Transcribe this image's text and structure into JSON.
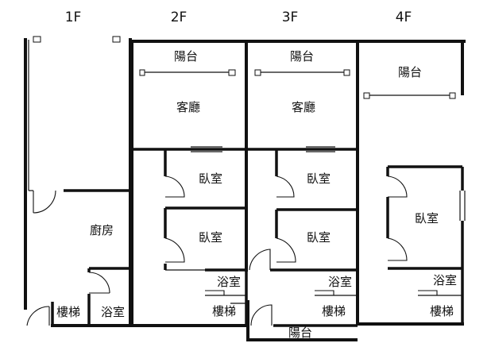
{
  "floors": [
    {
      "label": "1F",
      "rooms": {
        "kitchen": "廚房",
        "stairs": "樓梯",
        "bathroom": "浴室"
      }
    },
    {
      "label": "2F",
      "rooms": {
        "balcony": "陽台",
        "living": "客廳",
        "bedroom1": "臥室",
        "bedroom2": "臥室",
        "bathroom": "浴室",
        "stairs": "樓梯"
      }
    },
    {
      "label": "3F",
      "rooms": {
        "balcony": "陽台",
        "living": "客廳",
        "bedroom1": "臥室",
        "bedroom2": "臥室",
        "bathroom": "浴室",
        "stairs": "樓梯",
        "rear_balcony": "陽台"
      }
    },
    {
      "label": "4F",
      "rooms": {
        "balcony": "陽台",
        "bedroom": "臥室",
        "bathroom": "浴室",
        "stairs": "樓梯"
      }
    }
  ]
}
